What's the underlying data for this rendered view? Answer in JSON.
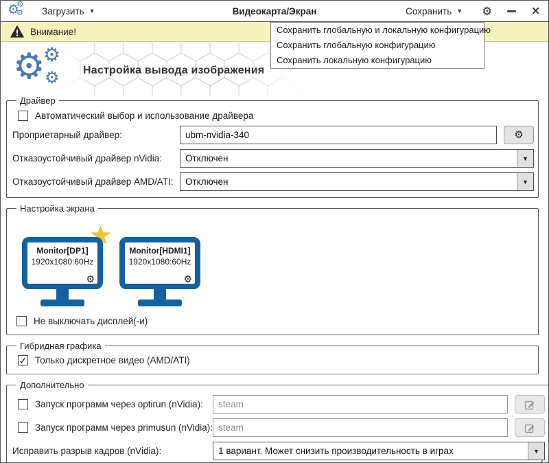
{
  "titlebar": {
    "load_label": "Загрузить",
    "title": "Видеокарта/Экран",
    "save_label": "Сохранить"
  },
  "banner": {
    "text": "Внимание!"
  },
  "save_menu": {
    "items": [
      "Сохранить глобальную и локальную конфигурацию",
      "Сохранить глобальную конфигурацию",
      "Сохранить локальную конфигурацию"
    ]
  },
  "hero": {
    "title": "Настройка вывода изображения"
  },
  "driver_group": {
    "legend": "Драйвер",
    "auto_label": "Автоматический выбор и использование драйвера",
    "auto_checked": false,
    "proprietary_label": "Проприетарный драйвер:",
    "proprietary_value": "ubm-nvidia-340",
    "failsafe_nvidia_label": "Отказоустойчивый драйвер nVidia:",
    "failsafe_nvidia_value": "Отключен",
    "failsafe_amd_label": "Отказоустойчивый драйвер AMD/ATI:",
    "failsafe_amd_value": "Отключен"
  },
  "screen_group": {
    "legend": "Настройка экрана",
    "monitors": [
      {
        "name": "Monitor[DP1]",
        "mode": "1920x1080:60Hz",
        "primary": true
      },
      {
        "name": "Monitor[HDMI1]",
        "mode": "1920x1080:60Hz",
        "primary": false
      }
    ],
    "keep_on_label": "Не выключать дисплей(-и)",
    "keep_on_checked": false
  },
  "hybrid_group": {
    "legend": "Гибридная графика",
    "discrete_label": "Только дискретное видео (AMD/ATI)",
    "discrete_checked": true
  },
  "extra_group": {
    "legend": "Дополнительно",
    "optirun_label": "Запуск программ через optirun (nVidia):",
    "optirun_placeholder": "steam",
    "optirun_checked": false,
    "primusun_label": "Запуск программ через primusun (nVidia):",
    "primusun_placeholder": "steam",
    "primusun_checked": false,
    "tearing_label": "Исправить разрыв кадров (nVidia):",
    "tearing_value": "1 вариант. Может снизить производительность в играх"
  },
  "icons": {
    "gear": "⚙",
    "dropdown_arrow": "▼",
    "combo_arrow": "▼",
    "star": "★",
    "check": "✓",
    "close": "✕"
  },
  "colors": {
    "accent_blue": "#4a79b2",
    "monitor_blue": "#15609f",
    "banner_bg": "#f5f2bb",
    "star_gold": "#f1c232",
    "button_bg": "#e3e3e3"
  }
}
